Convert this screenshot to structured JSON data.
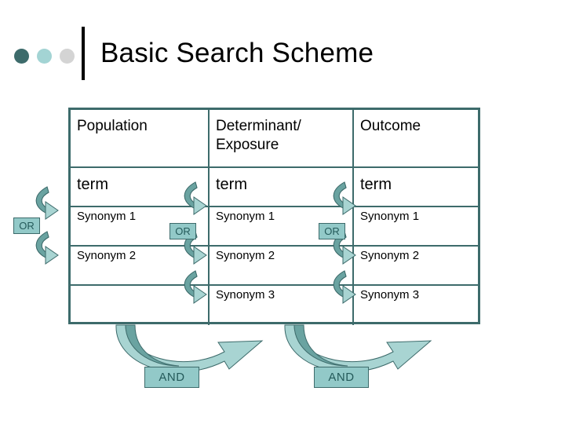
{
  "slide": {
    "title": "Basic Search Scheme",
    "decor_dots": [
      {
        "name": "dot-dark",
        "color": "#3d6b6b"
      },
      {
        "name": "dot-light",
        "color": "#a3d4d4"
      },
      {
        "name": "dot-grey",
        "color": "#d4d4d4"
      }
    ],
    "colors": {
      "grid_border": "#3d6b6b",
      "label_fill": "#92c9c8",
      "label_text": "#245a5a",
      "arrow_light": "#a8d4d2",
      "arrow_dark": "#6aa3a1",
      "arrow_outline": "#3d6b6b",
      "title_text": "#000000"
    }
  },
  "table": {
    "headers": [
      "Population",
      "Determinant/ Exposure",
      "Outcome"
    ],
    "header_lines": [
      [
        "Population"
      ],
      [
        "Determinant/",
        "Exposure"
      ],
      [
        "Outcome"
      ]
    ],
    "rows": [
      {
        "name": "term-row",
        "cells": [
          "term",
          "term",
          "term"
        ]
      },
      {
        "name": "synonym1-row",
        "cells": [
          "Synonym 1",
          "Synonym 1",
          "Synonym 1"
        ]
      },
      {
        "name": "synonym2-row",
        "cells": [
          "Synonym 2",
          "Synonym 2",
          "Synonym 2"
        ]
      },
      {
        "name": "synonym3-row",
        "cells": [
          "",
          "Synonym 3",
          "Synonym 3"
        ]
      }
    ]
  },
  "connectors": {
    "or_labels": [
      {
        "name": "or-population",
        "text": "OR"
      },
      {
        "name": "or-determinant",
        "text": "OR"
      },
      {
        "name": "or-outcome",
        "text": "OR"
      }
    ],
    "and_labels": [
      {
        "name": "and-population-determinant",
        "text": "AND"
      },
      {
        "name": "and-determinant-outcome",
        "text": "AND"
      }
    ]
  }
}
